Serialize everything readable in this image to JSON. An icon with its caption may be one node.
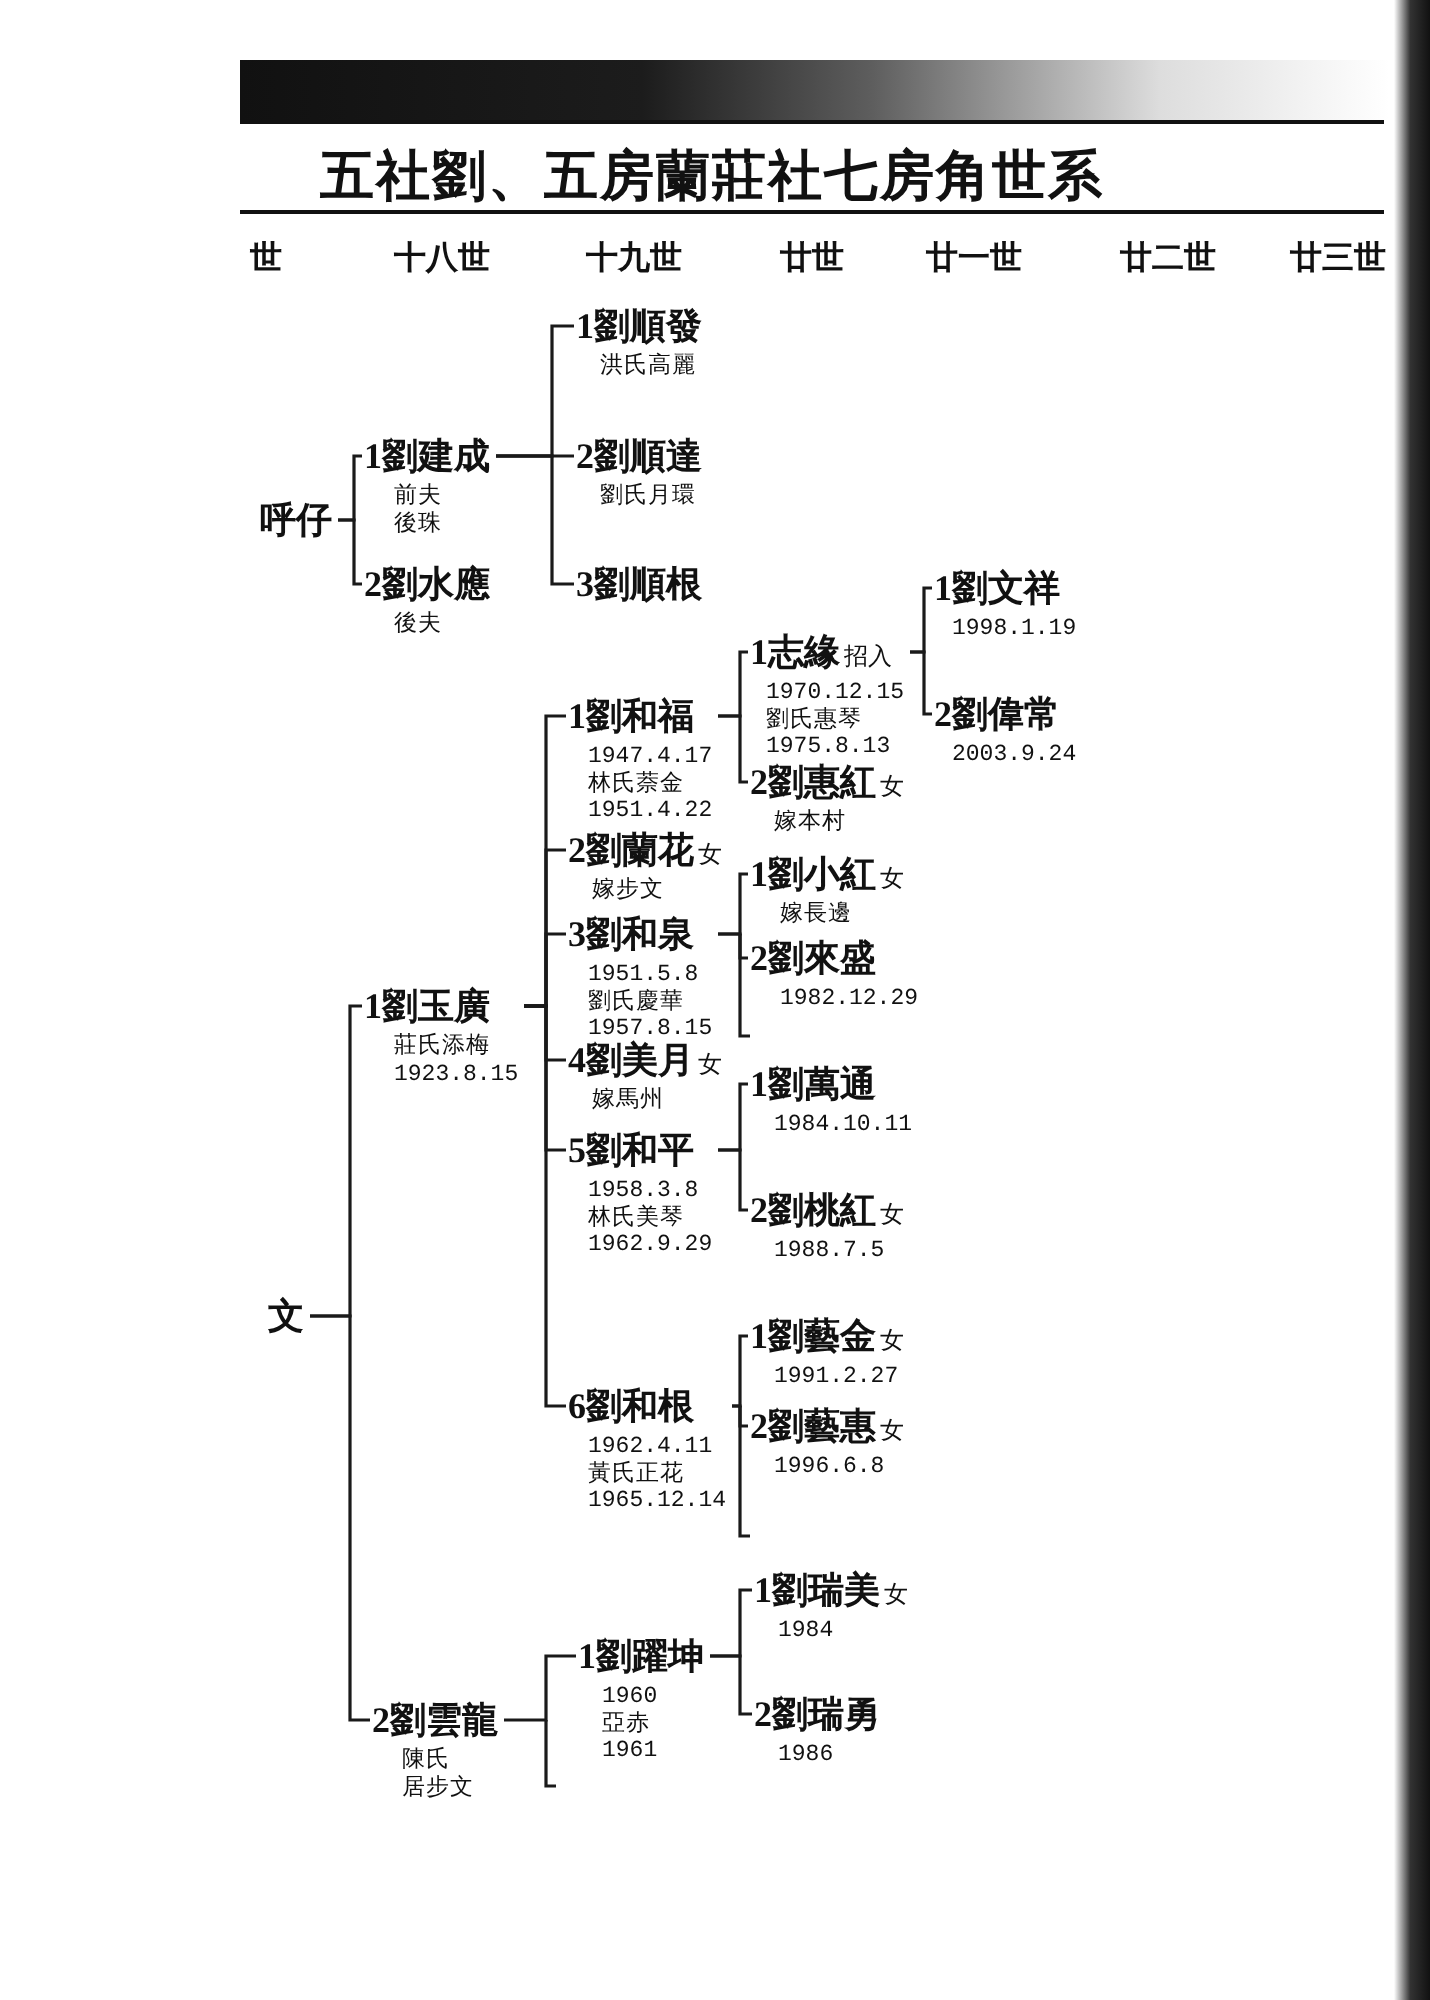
{
  "diagram": {
    "title": "五社劉、五房蘭莊社七房角世系",
    "nodes": [
      {
        "text": [
          "呼仔"
        ]
      },
      {
        "text": [
          "1劉建成",
          "前夫",
          "後珠"
        ]
      },
      {
        "text": [
          "2劉水應",
          "後夫"
        ]
      },
      {
        "text": [
          "1劉順發",
          "洪氏高麗"
        ]
      },
      {
        "text": [
          "2劉順達",
          "劉氏月環"
        ]
      },
      {
        "text": [
          "3劉順根"
        ]
      },
      {
        "text": [
          "文"
        ]
      },
      {
        "text": [
          "1劉玉廣",
          "莊氏添梅",
          "1923.8.15"
        ]
      },
      {
        "text": [
          "2劉雲龍",
          "陳氏",
          "居步文"
        ]
      },
      {
        "text": [
          "1劉和福",
          "1947.4.17",
          "林氏萘金",
          "1951.4.22"
        ]
      },
      {
        "text": [
          "2劉蘭花",
          "嫁步文"
        ],
        "beside": [
          "女"
        ]
      },
      {
        "text": [
          "3劉和泉",
          "1951.5.8",
          "劉氏慶華",
          "1957.8.15"
        ]
      },
      {
        "text": [
          "4劉美月",
          "嫁馬州"
        ],
        "beside": [
          "女"
        ]
      },
      {
        "text": [
          "5劉和平",
          "1958.3.8",
          "林氏美琴",
          "1962.9.29"
        ]
      },
      {
        "text": [
          "6劉和根",
          "1962.4.11",
          "黃氏正花",
          "1965.12.14"
        ]
      },
      {
        "text": [
          "1劉躍坤",
          "1960",
          "亞赤",
          "1961"
        ]
      },
      {
        "text": [
          "1志緣",
          "1970.12.15",
          "劉氏惠琴",
          "1975.8.13"
        ],
        "beside": [
          "招入"
        ]
      },
      {
        "text": [
          "2劉惠紅",
          "嫁本村"
        ],
        "beside": [
          "女"
        ]
      },
      {
        "text": [
          "1劉小紅",
          "嫁長邊"
        ],
        "beside": [
          "女"
        ]
      },
      {
        "text": [
          "2劉來盛",
          "1982.12.29"
        ]
      },
      {
        "text": [
          "1劉萬通",
          "1984.10.11"
        ]
      },
      {
        "text": [
          "2劉桃紅",
          "1988.7.5"
        ],
        "beside": [
          "女"
        ]
      },
      {
        "text": [
          "1劉藝金",
          "1991.2.27"
        ],
        "beside": [
          "女"
        ]
      },
      {
        "text": [
          "2劉藝惠",
          "1996.6.8"
        ],
        "beside": [
          "女"
        ]
      },
      {
        "text": [
          "1劉瑞美",
          "1984"
        ],
        "beside": [
          "女"
        ]
      },
      {
        "text": [
          "2劉瑞勇",
          "1986"
        ]
      },
      {
        "text": [
          "1劉文祥",
          "1998.1.19"
        ]
      },
      {
        "text": [
          "2劉偉常",
          "2003.9.24"
        ]
      }
    ],
    "edges": [
      {
        "from": 0,
        "to": 1,
        "arrow": "none"
      },
      {
        "from": 0,
        "to": 2,
        "arrow": "none"
      },
      {
        "from": 1,
        "to": 3,
        "arrow": "none"
      },
      {
        "from": 1,
        "to": 4,
        "arrow": "none"
      },
      {
        "from": 1,
        "to": 5,
        "arrow": "none"
      },
      {
        "from": 6,
        "to": 7,
        "arrow": "none"
      },
      {
        "from": 6,
        "to": 8,
        "arrow": "none"
      },
      {
        "from": 7,
        "to": 9,
        "arrow": "none"
      },
      {
        "from": 7,
        "to": 10,
        "arrow": "none"
      },
      {
        "from": 7,
        "to": 11,
        "arrow": "none"
      },
      {
        "from": 7,
        "to": 12,
        "arrow": "none"
      },
      {
        "from": 7,
        "to": 13,
        "arrow": "none"
      },
      {
        "from": 7,
        "to": 14,
        "arrow": "none"
      },
      {
        "from": 9,
        "to": 16,
        "arrow": "none"
      },
      {
        "from": 9,
        "to": 17,
        "arrow": "none"
      },
      {
        "from": 16,
        "to": 26,
        "arrow": "none"
      },
      {
        "from": 16,
        "to": 27,
        "arrow": "none"
      },
      {
        "from": 11,
        "to": 18,
        "arrow": "none"
      },
      {
        "from": 11,
        "to": 19,
        "arrow": "none"
      },
      {
        "from": 13,
        "to": 20,
        "arrow": "none"
      },
      {
        "from": 13,
        "to": 21,
        "arrow": "none"
      },
      {
        "from": 14,
        "to": 22,
        "arrow": "none"
      },
      {
        "from": 14,
        "to": 23,
        "arrow": "none"
      },
      {
        "from": 8,
        "to": 15,
        "arrow": "none"
      },
      {
        "from": 15,
        "to": 24,
        "arrow": "none"
      },
      {
        "from": 15,
        "to": 25,
        "arrow": "none"
      }
    ],
    "labels": [
      "世",
      "十八世",
      "十九世",
      "廿世",
      "廿一世",
      "廿二世",
      "廿三世"
    ]
  }
}
